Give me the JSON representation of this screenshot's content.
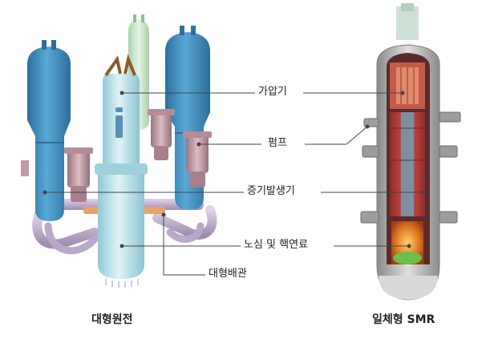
{
  "labels": {
    "pressurizer": "가압기",
    "pump": "펌프",
    "steam_generator": "증기발생기",
    "core_fuel": "노심 및 핵연료",
    "large_piping": "대형배관"
  },
  "captions": {
    "large_plant": "대형원전",
    "integral_smr": "일체형 SMR"
  },
  "colors": {
    "steam_generator_blue": "#3d8fc0",
    "reactor_cyan": "#b8e3ee",
    "pressurizer_green": "#cfe9cf",
    "pump_mauve": "#c9a3ad",
    "pipe_lavender": "#c9b9d7",
    "pipe_orange": "#e8a26b",
    "smr_shell": "#bfbfbf",
    "smr_internal_red": "#b93a35",
    "smr_core_orange": "#e07a22",
    "leader_line": "#444444"
  }
}
